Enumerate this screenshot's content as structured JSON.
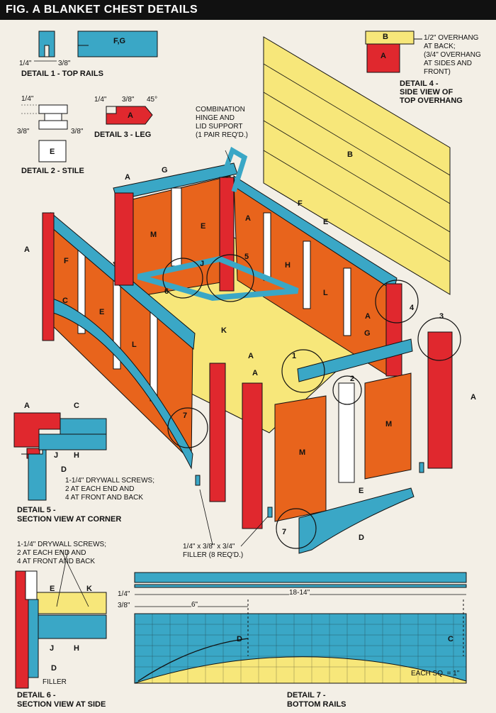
{
  "title": "FIG. A    BLANKET CHEST DETAILS",
  "details": {
    "d1": {
      "heading": "DETAIL 1 - TOP RAILS",
      "dim_a": "1/4\"",
      "dim_b": "3/8\"",
      "part": "F,G"
    },
    "d2": {
      "heading": "DETAIL 2 - STILE",
      "dim_a": "1/4\"",
      "dim_b": "3/8\"",
      "dim_c": "3/8\"",
      "part": "E"
    },
    "d3": {
      "heading": "DETAIL 3 - LEG",
      "dim_a": "1/4\"",
      "dim_b": "3/8\"",
      "angle": "45°",
      "part": "A"
    },
    "d4": {
      "heading_1": "DETAIL 4 -",
      "heading_2": "SIDE VIEW OF",
      "heading_3": "TOP OVERHANG",
      "part_top": "B",
      "part_bottom": "A",
      "note_1": "1/2\" OVERHANG",
      "note_2": "AT BACK;",
      "note_3": "(3/4\" OVERHANG",
      "note_4": "AT SIDES AND",
      "note_5": "FRONT)"
    },
    "d5": {
      "heading_1": "DETAIL 5 -",
      "heading_2": "SECTION VIEW AT CORNER",
      "note_1": "1-1/4\" DRYWALL SCREWS;",
      "note_2": "2 AT EACH END AND",
      "note_3": "4 AT FRONT AND BACK",
      "parts": [
        "A",
        "C",
        "J",
        "H",
        "D"
      ]
    },
    "d6": {
      "heading_1": "DETAIL 6 -",
      "heading_2": "SECTION VIEW AT SIDE",
      "note_1": "1-1/4\" DRYWALL SCREWS;",
      "note_2": "2 AT EACH END AND",
      "note_3": "4 AT FRONT AND BACK",
      "parts": [
        "E",
        "K",
        "J",
        "H",
        "D"
      ],
      "filler": "FILLER"
    },
    "d7": {
      "heading_1": "DETAIL 7 -",
      "heading_2": "BOTTOM RAILS",
      "dim_a": "1/4\"",
      "dim_b": "3/8\"",
      "length": "18-14\"",
      "offset": "6\"",
      "part_left": "D",
      "part_right": "C",
      "scale": "EACH SQ. = 1\""
    }
  },
  "callouts": {
    "hinge_1": "COMBINATION",
    "hinge_2": "HINGE AND",
    "hinge_3": "LID SUPPORT",
    "hinge_4": "(1 PAIR REQ'D.)",
    "filler_1": "1/4\" x 3/8\" x 3/4\"",
    "filler_2": "FILLER (8 REQ'D.)"
  },
  "part_labels": [
    "A",
    "G",
    "M",
    "E",
    "A",
    "F",
    "A",
    "F",
    "E",
    "C",
    "E",
    "J",
    "5",
    "6",
    "H",
    "L",
    "K",
    "L",
    "A",
    "4",
    "G",
    "3",
    "A",
    "1",
    "2",
    "M",
    "A",
    "A",
    "M",
    "E",
    "D",
    "7",
    "7"
  ],
  "colors": {
    "red": "#e0282e",
    "blue": "#3aa7c6",
    "orange": "#e8641c",
    "yellow": "#f7e77a",
    "white": "#ffffff",
    "ink": "#111111"
  }
}
